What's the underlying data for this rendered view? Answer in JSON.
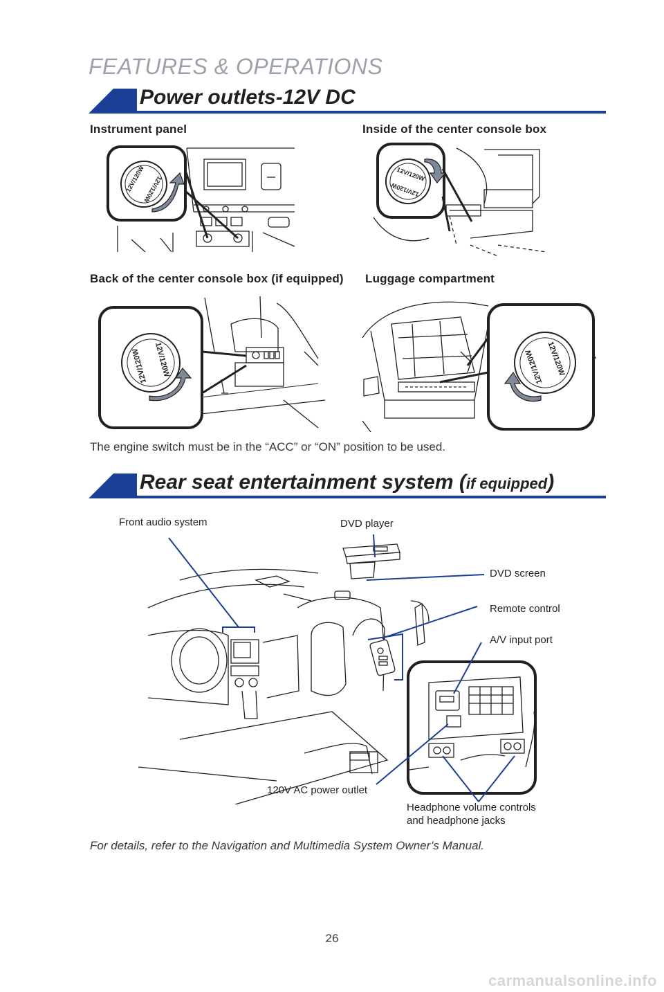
{
  "page": {
    "category": "FEATURES & OPERATIONS",
    "page_number": "26",
    "watermark": "carmanualsonline.info"
  },
  "power_outlets": {
    "title": "Power outlets-12V DC",
    "captions": {
      "instrument_panel": "Instrument panel",
      "center_console_inside": "Inside of the center console box",
      "center_console_back": "Back of the center console box (if equipped)",
      "luggage": "Luggage compartment"
    },
    "outlet_cap_label": "12V/120W",
    "note": "The engine switch must be in the “ACC” or “ON” position to be used."
  },
  "rear_seat": {
    "title_main": "Rear seat entertainment system (",
    "title_italic": "if equipped",
    "title_close": ")",
    "callouts": {
      "front_audio": "Front audio system",
      "dvd_player": "DVD player",
      "dvd_screen": "DVD screen",
      "remote": "Remote control",
      "av_input": "A/V input port",
      "ac_outlet": "120V AC power outlet",
      "headphone_line1": "Headphone volume controls",
      "headphone_line2": "and headphone jacks"
    },
    "footnote": "For details, refer to the Navigation and Multimedia System Owner’s Manual."
  },
  "colors": {
    "accent": "#1b3f94",
    "arrow": "#7e8a9a",
    "text": "#231f20"
  }
}
